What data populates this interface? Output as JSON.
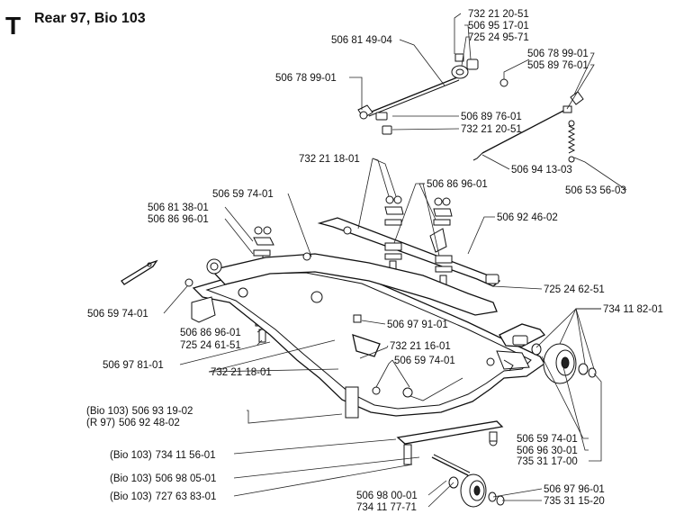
{
  "header": {
    "letter": "T",
    "title": "Rear 97, Bio  103"
  },
  "callouts": [
    {
      "id": "c01",
      "number": "732 21 20-51"
    },
    {
      "id": "c02",
      "number": "506 95 17-01"
    },
    {
      "id": "c03",
      "number": "725 24 95-71"
    },
    {
      "id": "c04",
      "number": "506 81 49-04"
    },
    {
      "id": "c05",
      "number": "506 78 99-01"
    },
    {
      "id": "c06",
      "number": "505 89 76-01"
    },
    {
      "id": "c07",
      "number": "506 78 99-01"
    },
    {
      "id": "c08",
      "number": "506 89 76-01"
    },
    {
      "id": "c09",
      "number": "732 21 20-51"
    },
    {
      "id": "c10",
      "number": "506 94 13-03"
    },
    {
      "id": "c11",
      "number": "506 53 56-03"
    },
    {
      "id": "c12",
      "number": "732 21 18-01"
    },
    {
      "id": "c13",
      "number": "506 59 74-01"
    },
    {
      "id": "c14",
      "number": "506 86 96-01"
    },
    {
      "id": "c15",
      "number": "506 81 38-01"
    },
    {
      "id": "c16",
      "number": "506 86 96-01"
    },
    {
      "id": "c17",
      "number": "506 92 46-02"
    },
    {
      "id": "c18",
      "number": "725 24 62-51"
    },
    {
      "id": "c19",
      "number": "506 59 74-01"
    },
    {
      "id": "c20",
      "number": "734 11 82-01"
    },
    {
      "id": "c21",
      "number": "506 86 96-01"
    },
    {
      "id": "c22",
      "number": "725 24 61-51"
    },
    {
      "id": "c23",
      "number": "506 97 91-01"
    },
    {
      "id": "c24",
      "number": "506 97 81-01"
    },
    {
      "id": "c25",
      "number": "732 21 16-01"
    },
    {
      "id": "c26",
      "number": "506 59 74-01"
    },
    {
      "id": "c27",
      "number": "732 21 18-01"
    },
    {
      "id": "c28",
      "prefix": "(Bio 103)",
      "number": "506 93 19-02"
    },
    {
      "id": "c29",
      "prefix": "(R 97)",
      "number": "506 92 48-02"
    },
    {
      "id": "c30",
      "number": "506 59 74-01"
    },
    {
      "id": "c31",
      "number": "506 96 30-01"
    },
    {
      "id": "c32",
      "prefix": "(Bio 103)",
      "number": "734 11 56-01"
    },
    {
      "id": "c33",
      "number": "735 31 17-00"
    },
    {
      "id": "c34",
      "prefix": "(Bio 103)",
      "number": "506 98 05-01"
    },
    {
      "id": "c35",
      "number": "506 97 96-01"
    },
    {
      "id": "c36",
      "prefix": "(Bio 103)",
      "number": "727 63 83-01"
    },
    {
      "id": "c37",
      "number": "506 98 00-01"
    },
    {
      "id": "c38",
      "number": "735 31 15-20"
    },
    {
      "id": "c39",
      "number": "734 11 77-71"
    }
  ]
}
